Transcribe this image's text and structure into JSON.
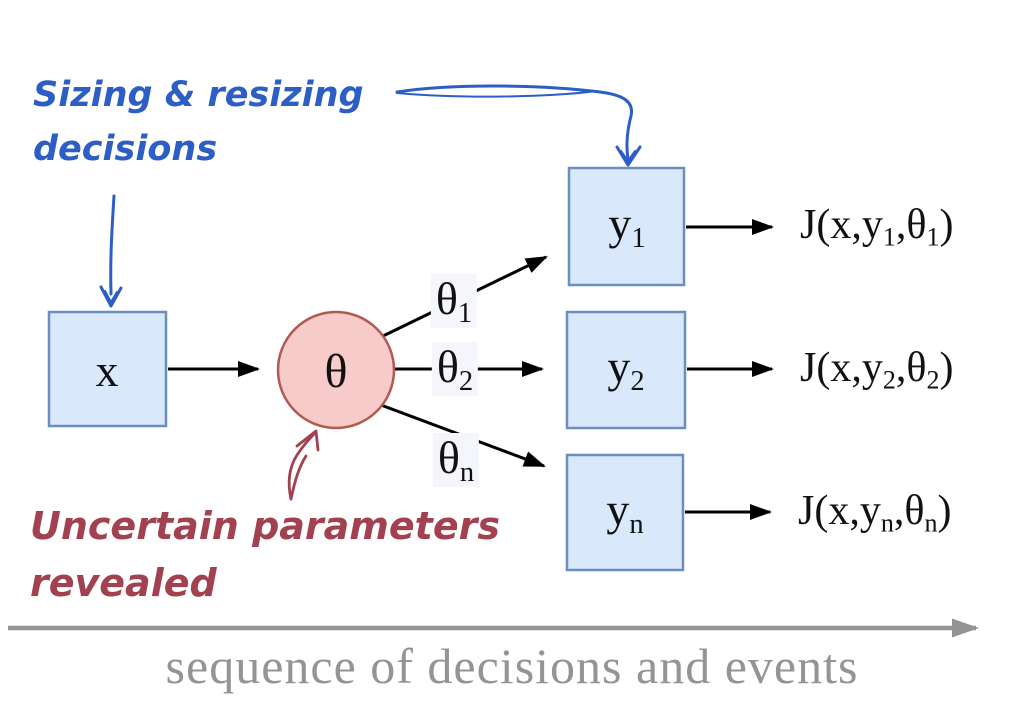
{
  "annotations": {
    "sizing_note": {
      "line1": "Sizing & resizing",
      "line2": "decisions"
    },
    "uncertain_note": {
      "line1": "Uncertain parameters",
      "line2": "revealed"
    }
  },
  "nodes": {
    "x": {
      "label": "x"
    },
    "theta": {
      "label": "θ"
    },
    "y1": {
      "base": "y",
      "sub": "1"
    },
    "y2": {
      "base": "y",
      "sub": "2"
    },
    "yn": {
      "base": "y",
      "sub": "n"
    }
  },
  "edge_labels": {
    "theta1": {
      "base": "θ",
      "sub": "1"
    },
    "theta2": {
      "base": "θ",
      "sub": "2"
    },
    "thetan": {
      "base": "θ",
      "sub": "n"
    }
  },
  "outputs": {
    "j1": {
      "p1": "J(x,y",
      "s1": "1",
      "p2": ",θ",
      "s2": "1",
      "p3": ")"
    },
    "j2": {
      "p1": "J(x,y",
      "s1": "2",
      "p2": ",θ",
      "s2": "2",
      "p3": ")"
    },
    "jn": {
      "p1": "J(x,y",
      "s1": "n",
      "p2": ",θ",
      "s2": "n",
      "p3": ")"
    }
  },
  "axis": {
    "label": "sequence of decisions and events"
  },
  "colors": {
    "node_fill": "#dae8fc",
    "node_border": "#6c8ebf",
    "theta_fill": "#f7cbc9",
    "theta_border": "#b05a52",
    "blue_annotation": "#2d5ec6",
    "red_annotation": "#a2414f",
    "axis_gray": "#949494",
    "edge_black": "#000000",
    "label_bg": "#f4f6fb"
  }
}
